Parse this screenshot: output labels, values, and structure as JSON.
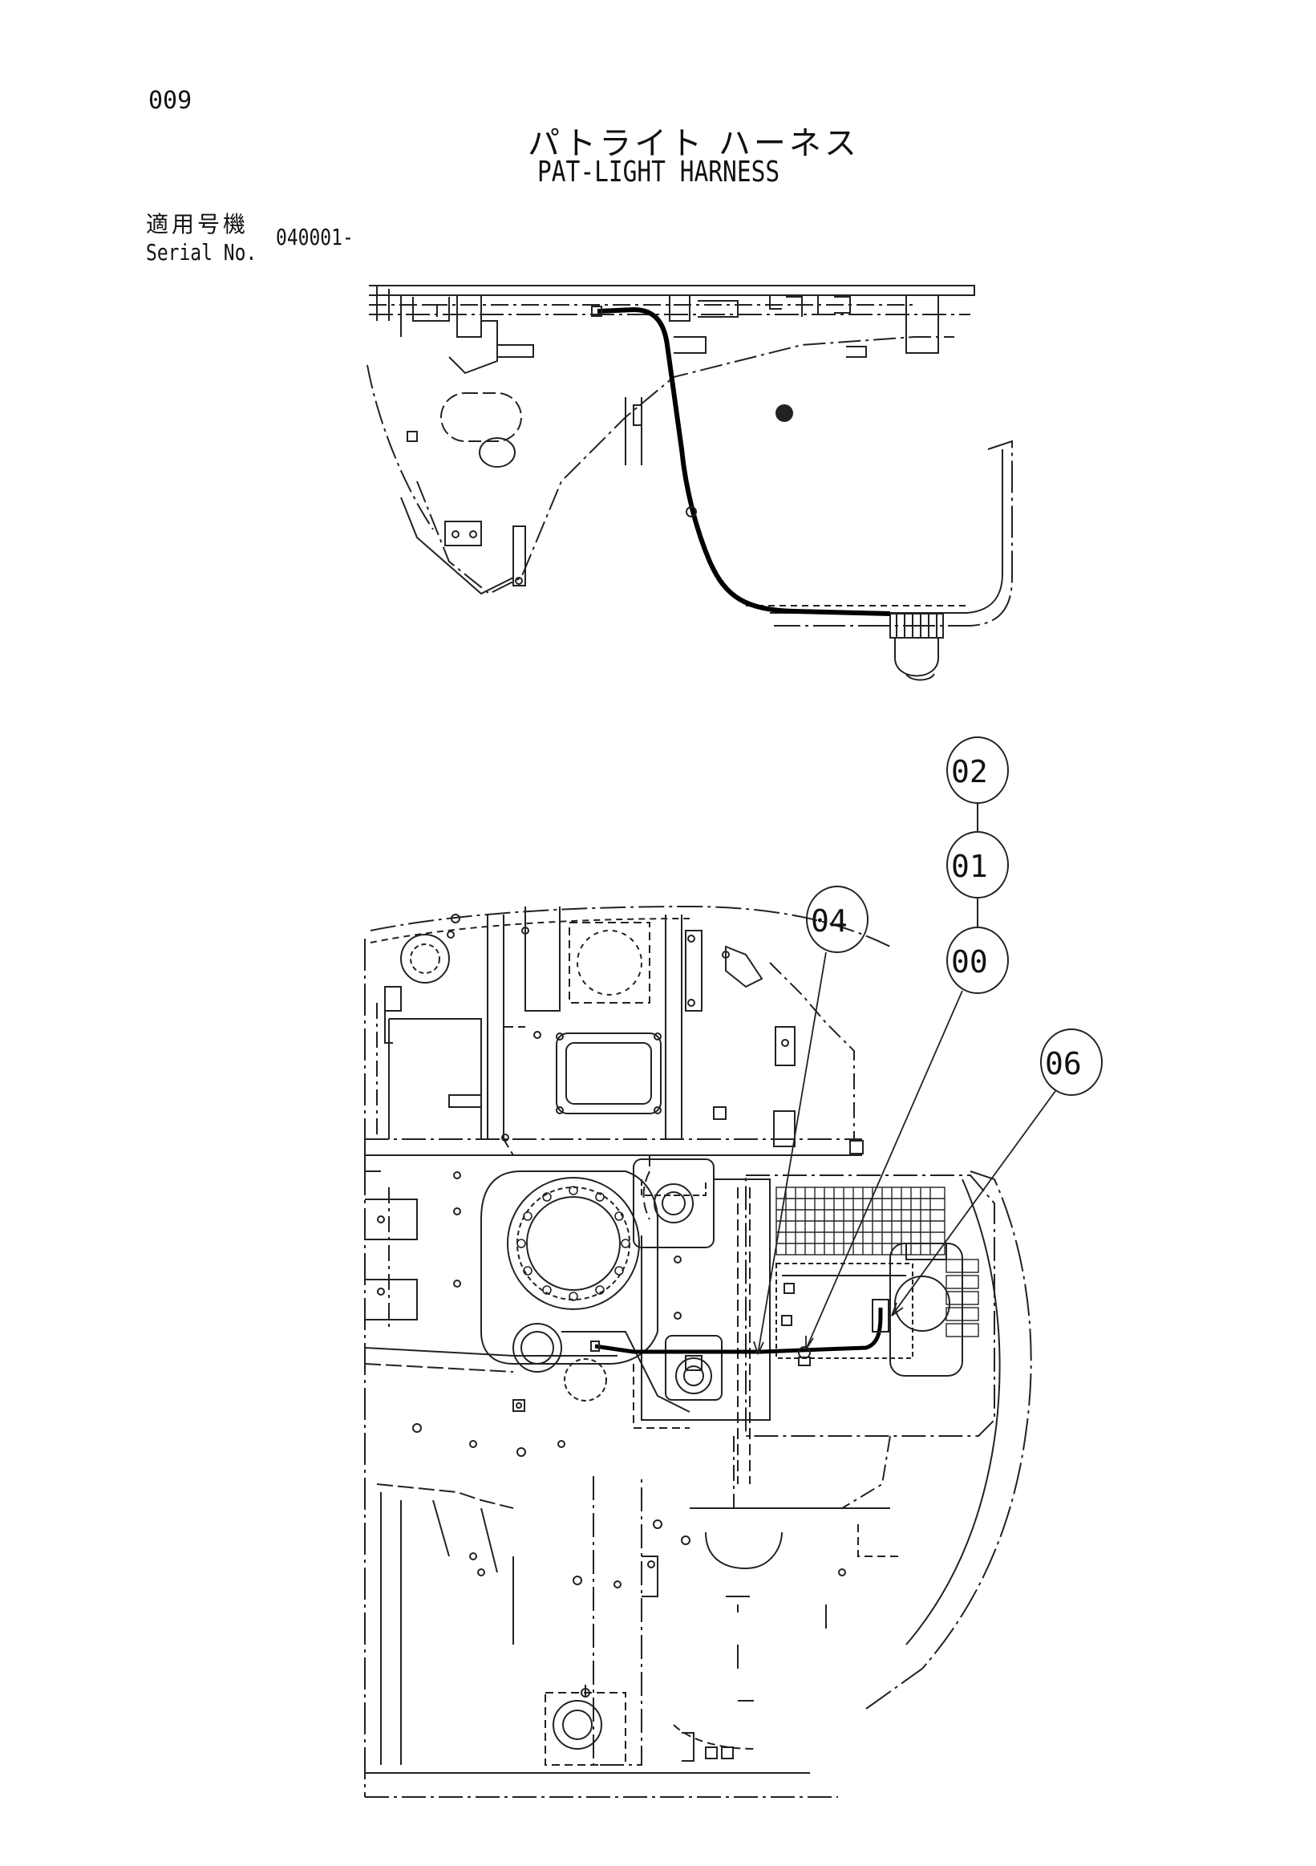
{
  "header": {
    "page_number": "009",
    "title_ja": "パトライト ハーネス",
    "title_en": "PAT-LIGHT HARNESS",
    "serial_label_ja": "適用号機",
    "serial_label_en": "Serial No.",
    "serial_value": "040001-"
  },
  "callouts": [
    {
      "id": "02",
      "label": "02"
    },
    {
      "id": "01",
      "label": "01"
    },
    {
      "id": "00",
      "label": "00"
    },
    {
      "id": "04",
      "label": "04"
    },
    {
      "id": "06",
      "label": "06"
    }
  ]
}
